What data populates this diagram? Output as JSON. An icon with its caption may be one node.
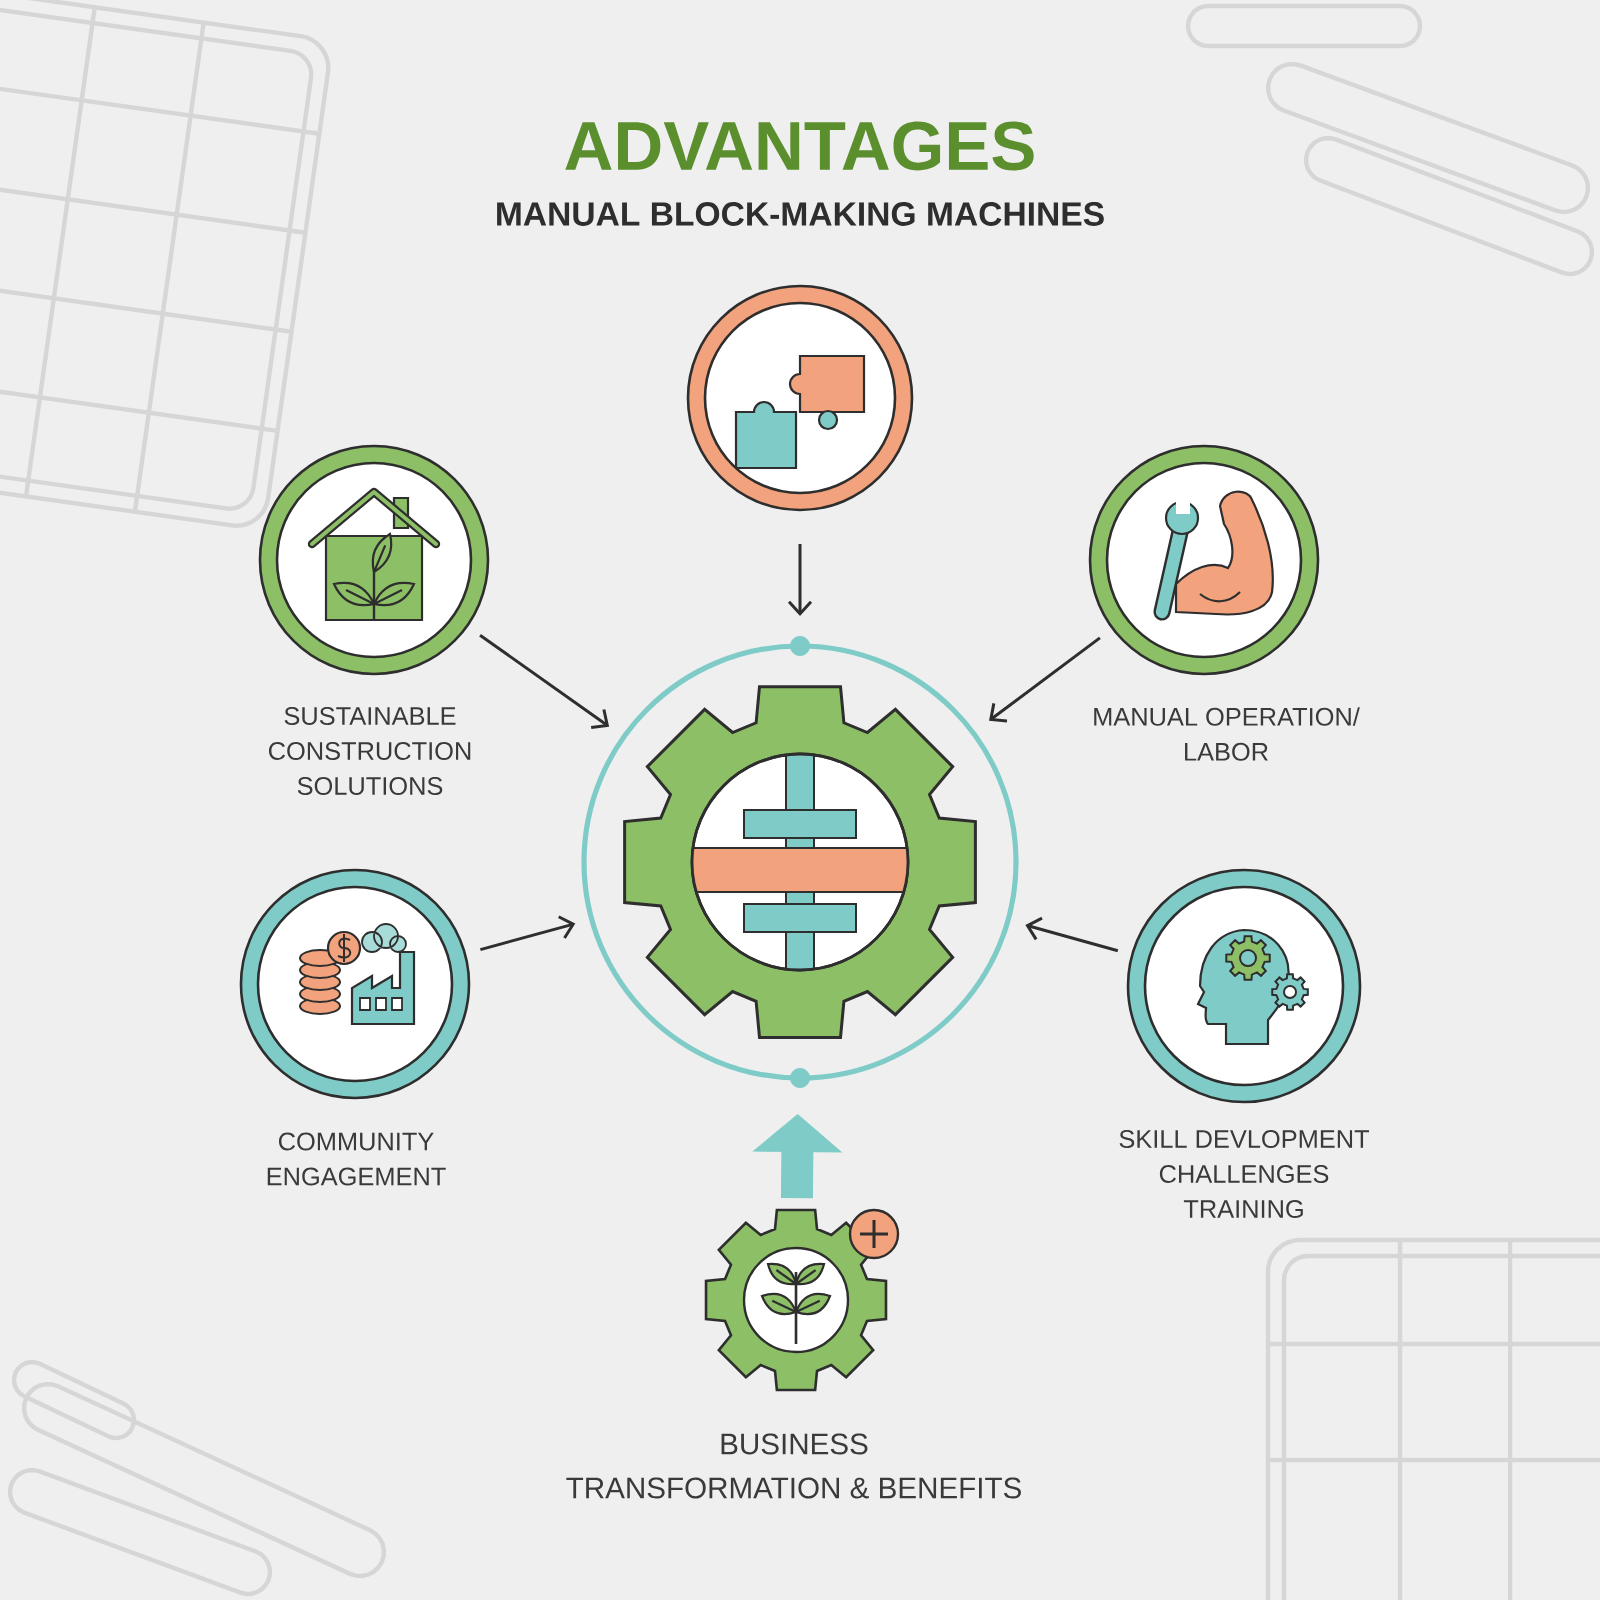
{
  "diagram": {
    "title": "ADVANTAGES",
    "nodes": [
      {
        "text": [],
        "shape": "circle"
      },
      {
        "text": [
          "SUSTAINABLE CONSTRUCTION SOLUTIONS"
        ]
      },
      {
        "text": [
          "MANUAL OPERATION/ LABOR"
        ]
      },
      {
        "text": [],
        "shape": "circle"
      },
      {
        "text": [
          "COMMUNITY ENGAGEMENT"
        ]
      },
      {
        "text": [
          "SKILL DEVLOPMENT CHALLENGES TRAINING"
        ]
      },
      {
        "text": [
          "BUSINESS TRANSFORMATION & BENEFITS"
        ]
      }
    ],
    "edges": [
      {
        "from": 0,
        "to": 3,
        "arrow": "to"
      },
      {
        "from": 1,
        "to": 3,
        "arrow": "to"
      },
      {
        "from": 2,
        "to": 3,
        "arrow": "to"
      },
      {
        "from": 4,
        "to": 3,
        "arrow": "to"
      },
      {
        "from": 5,
        "to": 3,
        "arrow": "to"
      },
      {
        "from": 6,
        "to": 3,
        "arrow": "to",
        "style": "thick",
        "color": "#7ecbc7"
      }
    ],
    "labels": [
      "MANUAL BLOCK-MAKING MACHINES"
    ]
  }
}
